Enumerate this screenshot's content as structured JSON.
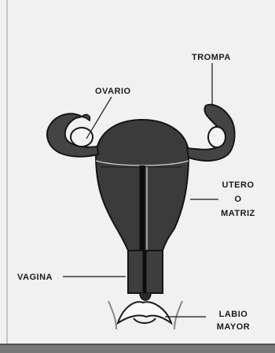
{
  "diagram": {
    "labels": {
      "ovario": "OVARIO",
      "trompa": "TROMPA",
      "utero": "UTERO",
      "o": "O",
      "matriz": "MATRIZ",
      "vagina": "VAGINA",
      "labio": "LABIO",
      "mayor": "MAYOR"
    }
  }
}
